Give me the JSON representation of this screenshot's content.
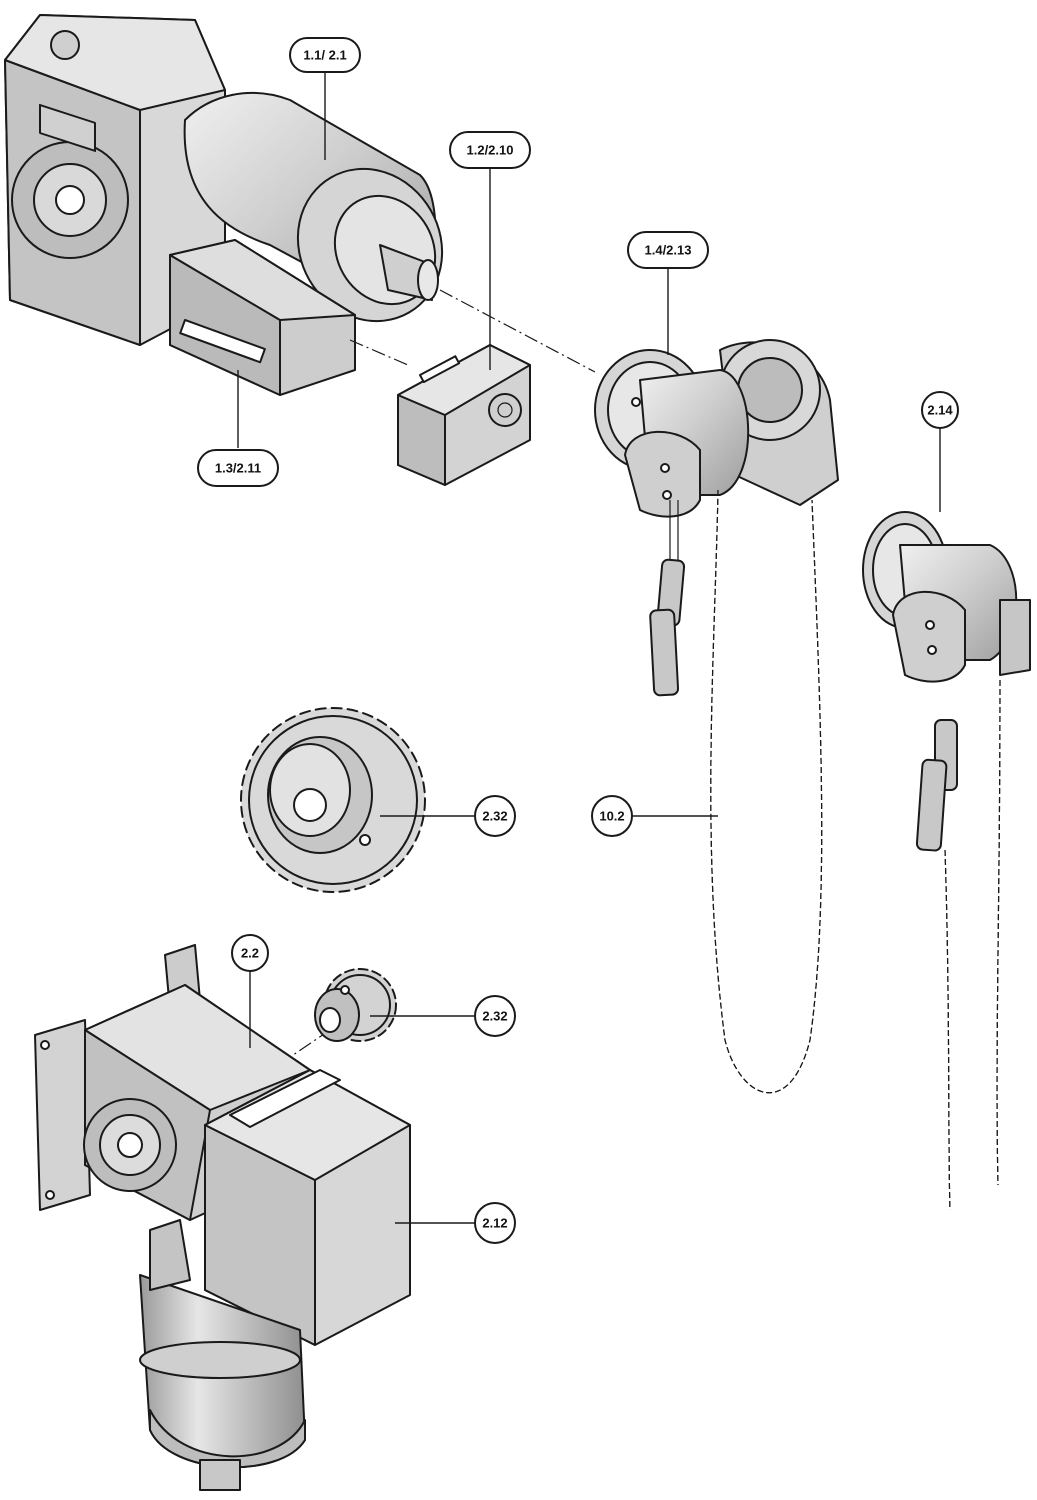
{
  "colors": {
    "metal_light": "#e4e4e4",
    "metal_mid": "#c9c9c9",
    "metal_dark": "#a8a8a8",
    "ink": "#1a1a1a"
  },
  "callouts": {
    "motor": "1.1/ 2.1",
    "control_unit": "1.2/2.10",
    "limit_box": "1.3/2.11",
    "chain_hoist_emergency": "1.4/2.13",
    "chain_hoist": "2.14",
    "sprocket_large": "2.32",
    "chain": "10.2",
    "gear_unit": "2.2",
    "sprocket_small": "2.32",
    "gear_housing": "2.12"
  }
}
